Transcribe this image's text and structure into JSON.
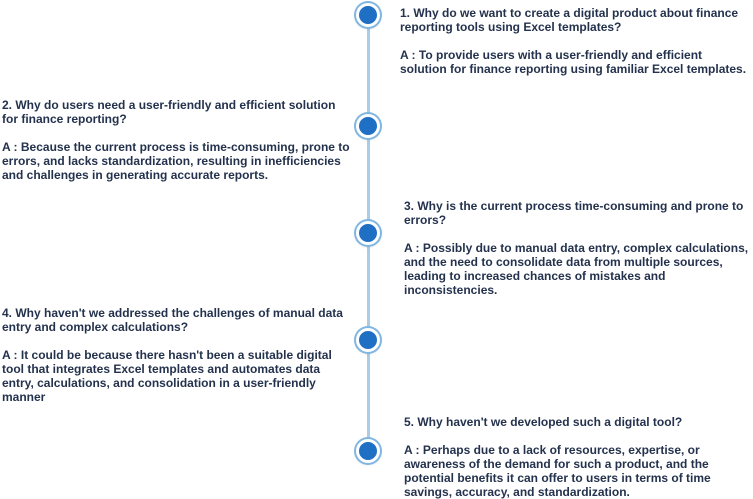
{
  "timeline": {
    "items": [
      {
        "question": "1.  Why do we want to create a digital product about finance reporting tools using Excel templates?",
        "answer": "A : To provide users with a user-friendly and efficient solution for finance reporting using familiar Excel templates."
      },
      {
        "question": "2.  Why do users need a user-friendly and efficient solution for finance reporting?",
        "answer": "A : Because the current process is time-consuming, prone to errors, and lacks standardization, resulting in inefficiencies and challenges in generating accurate reports."
      },
      {
        "question": "3.  Why is the current process time-consuming and prone to errors?",
        "answer": "A : Possibly due to manual data entry, complex calculations, and the need to consolidate data from multiple sources, leading to increased chances of mistakes and inconsistencies."
      },
      {
        "question": "4.  Why haven't we addressed the challenges of manual data entry and complex calculations?",
        "answer": "A : It could be because there hasn't been a suitable digital tool that integrates Excel templates and automates data entry, calculations, and consolidation in a user-friendly manner"
      },
      {
        "question": "5.  Why haven't we developed such a digital tool?",
        "answer": "A : Perhaps due to a lack of resources, expertise, or awareness of the demand for such a product, and the potential benefits it can offer to users in terms of time savings, accuracy, and standardization."
      }
    ]
  },
  "colors": {
    "line": "#a9cde9",
    "node": "#1f6fc4",
    "text": "#24324d"
  }
}
